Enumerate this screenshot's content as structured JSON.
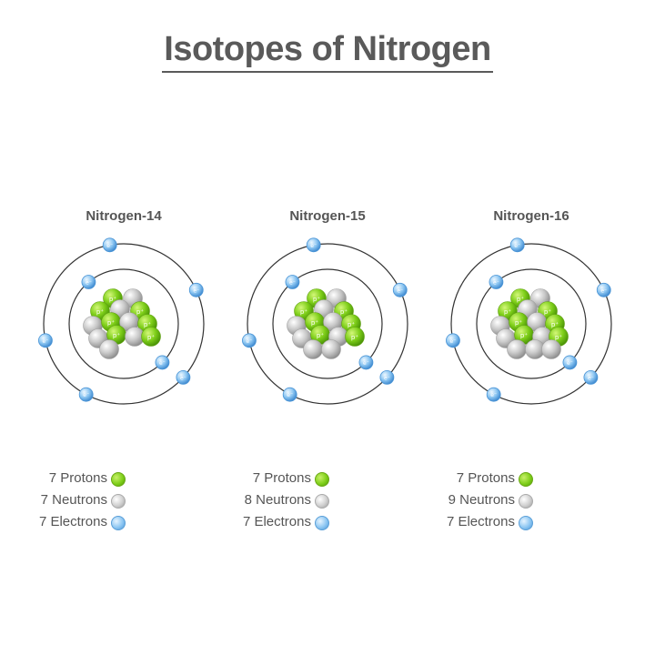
{
  "title": "Isotopes of Nitrogen",
  "colors": {
    "proton": "#7fcf1a",
    "neutron": "#c8c8c8",
    "electron": "#8cc6f2",
    "orbit": "#333333",
    "text": "#555555"
  },
  "particle_labels": {
    "proton_symbol": "p⁺",
    "electron_symbol": "e⁻"
  },
  "isotopes": [
    {
      "name": "Nitrogen-14",
      "protons": 7,
      "neutrons": 7,
      "electrons": 7,
      "proton_label": "7 Protons",
      "neutron_label": "7 Neutrons",
      "electron_label": "7 Electrons"
    },
    {
      "name": "Nitrogen-15",
      "protons": 7,
      "neutrons": 8,
      "electrons": 7,
      "proton_label": "7 Protons",
      "neutron_label": "8 Neutrons",
      "electron_label": "7 Electrons"
    },
    {
      "name": "Nitrogen-16",
      "protons": 7,
      "neutrons": 9,
      "electrons": 7,
      "proton_label": "7 Protons",
      "neutron_label": "9 Neutrons",
      "electron_label": "7 Electrons"
    }
  ]
}
